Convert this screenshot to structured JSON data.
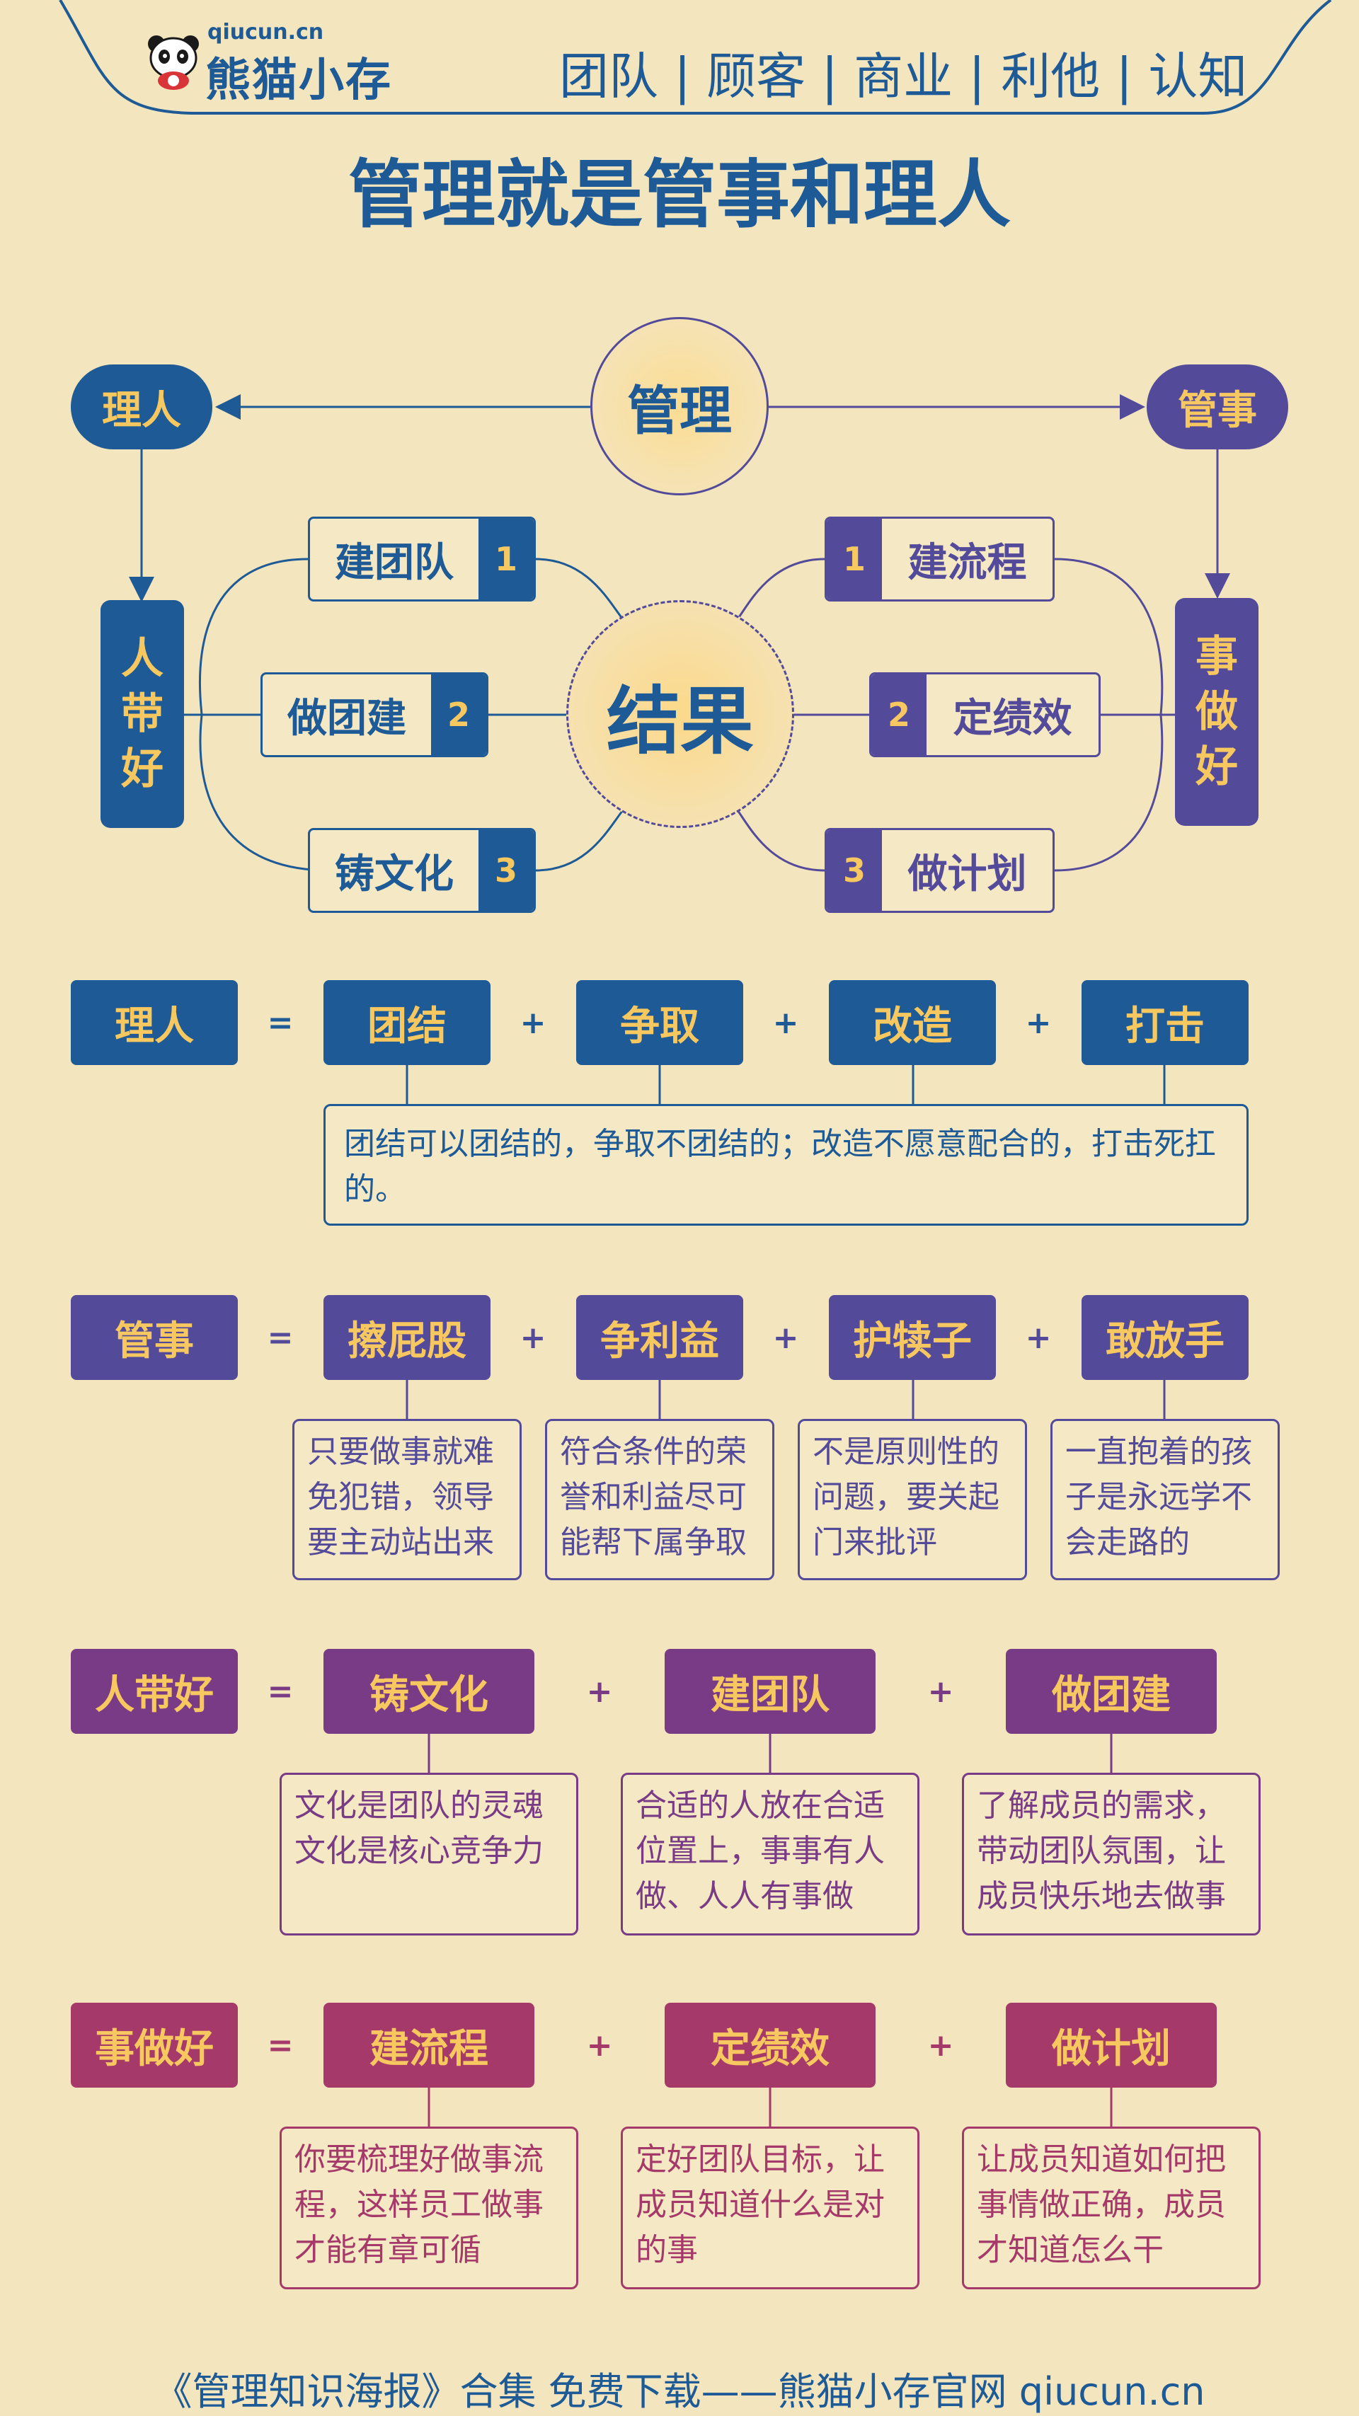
{
  "header": {
    "logo_url": "qiucun.cn",
    "logo_name": "熊猫小存",
    "nav": "团队 | 顾客 | 商业 | 利他 | 认知"
  },
  "title": "管理就是管事和理人",
  "diagram": {
    "center_top": "管理",
    "center": "结果",
    "left_pill": "理人",
    "right_pill": "管事",
    "left_vertical": [
      "人",
      "带",
      "好"
    ],
    "right_vertical": [
      "事",
      "做",
      "好"
    ],
    "left_items": [
      {
        "label": "建团队",
        "num": "1"
      },
      {
        "label": "做团建",
        "num": "2"
      },
      {
        "label": "铸文化",
        "num": "3"
      }
    ],
    "right_items": [
      {
        "label": "建流程",
        "num": "1"
      },
      {
        "label": "定绩效",
        "num": "2"
      },
      {
        "label": "做计划",
        "num": "3"
      }
    ]
  },
  "rows": {
    "liren": {
      "head": "理人",
      "eq": "=",
      "plus": "+",
      "items": [
        "团结",
        "争取",
        "改造",
        "打击"
      ],
      "desc": "团结可以团结的，争取不团结的；改造不愿意配合的，打击死扛的。"
    },
    "guanshi": {
      "head": "管事",
      "eq": "=",
      "plus": "+",
      "items": [
        "擦屁股",
        "争利益",
        "护犊子",
        "敢放手"
      ],
      "descs": [
        "只要做事就难免犯错，领导要主动站出来",
        "符合条件的荣誉和利益尽可能帮下属争取",
        "不是原则性的问题，要关起门来批评",
        "一直抱着的孩子是永远学不会走路的"
      ]
    },
    "rendaihao": {
      "head": "人带好",
      "eq": "=",
      "plus": "+",
      "items": [
        "铸文化",
        "建团队",
        "做团建"
      ],
      "descs": [
        "文化是团队的灵魂文化是核心竞争力",
        "合适的人放在合适位置上，事事有人做、人人有事做",
        "了解成员的需求，带动团队氛围，让成员快乐地去做事"
      ]
    },
    "shizuohao": {
      "head": "事做好",
      "eq": "=",
      "plus": "+",
      "items": [
        "建流程",
        "定绩效",
        "做计划"
      ],
      "descs": [
        "你要梳理好做事流程，这样员工做事才能有章可循",
        "定好团队目标，让成员知道什么是对的事",
        "让成员知道如何把事情做正确，成员才知道怎么干"
      ]
    }
  },
  "footer": "《管理知识海报》合集 免费下载——熊猫小存官网 qiucun.cn",
  "colors": {
    "background": "#f3e5bd",
    "blue": "#1d5a96",
    "purple": "#534a9a",
    "violet": "#7a3b86",
    "rose": "#a53a6a",
    "gold": "#f7c860"
  }
}
